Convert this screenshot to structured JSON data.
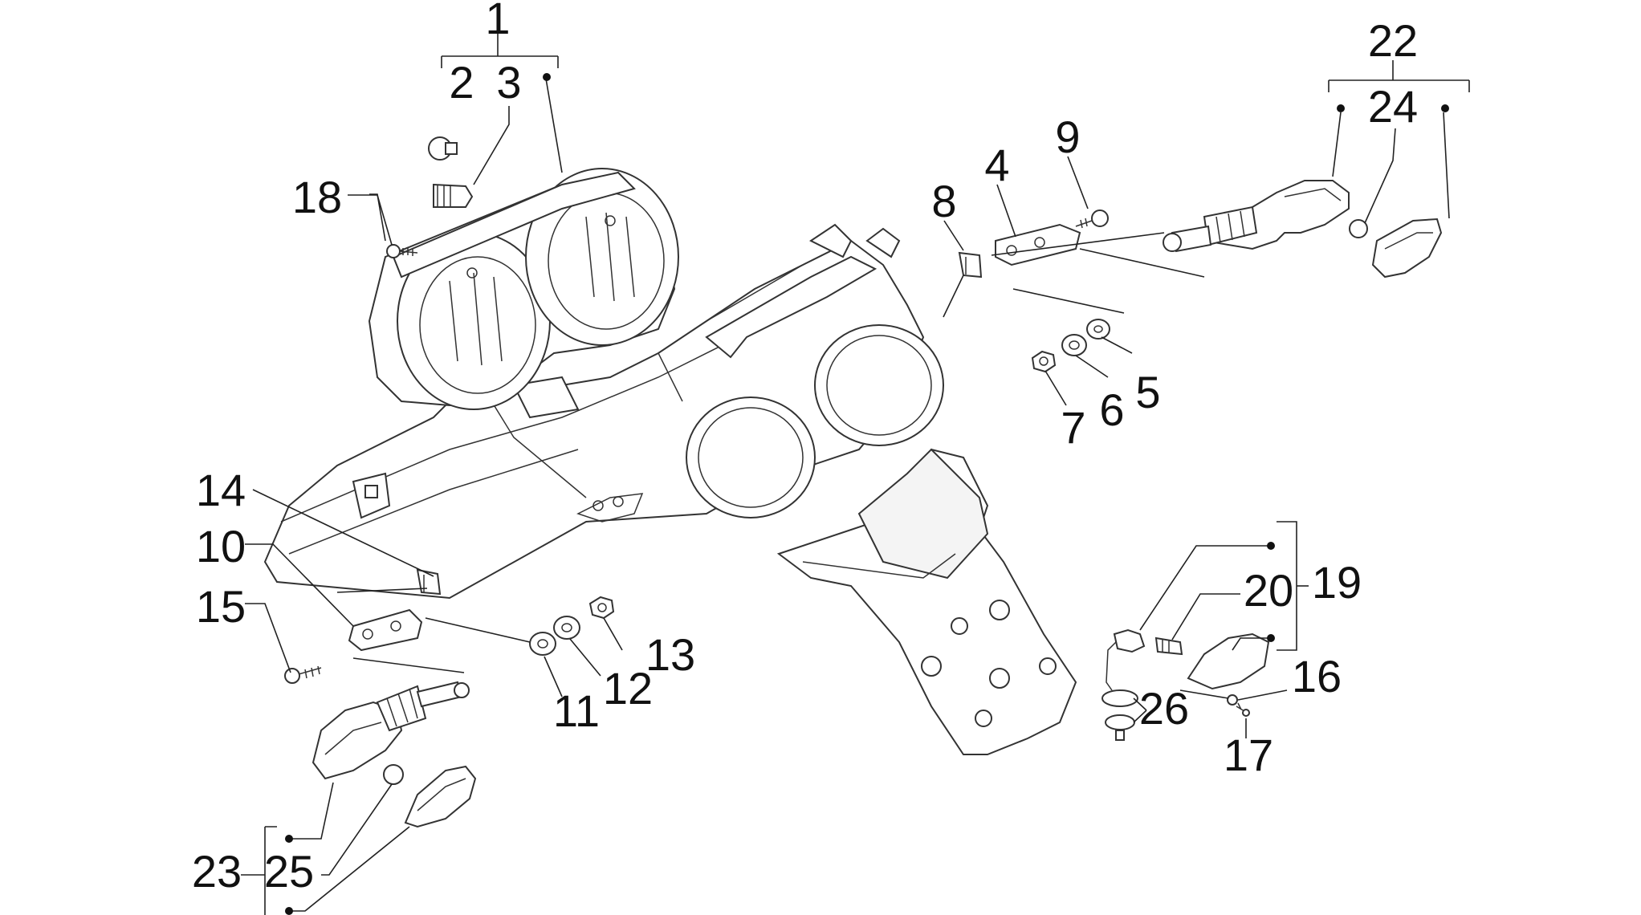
{
  "diagram": {
    "callouts": {
      "c1": "1",
      "c2": "2",
      "c3": "3",
      "c4": "4",
      "c5": "5",
      "c6": "6",
      "c7": "7",
      "c8": "8",
      "c9": "9",
      "c10": "10",
      "c11": "11",
      "c12": "12",
      "c13": "13",
      "c14": "14",
      "c15": "15",
      "c16": "16",
      "c17": "17",
      "c18": "18",
      "c19": "19",
      "c20": "20",
      "c22": "22",
      "c23": "23",
      "c24": "24",
      "c25": "25",
      "c26": "26"
    },
    "colors": {
      "line": "#333333",
      "background": "#ffffff"
    }
  }
}
